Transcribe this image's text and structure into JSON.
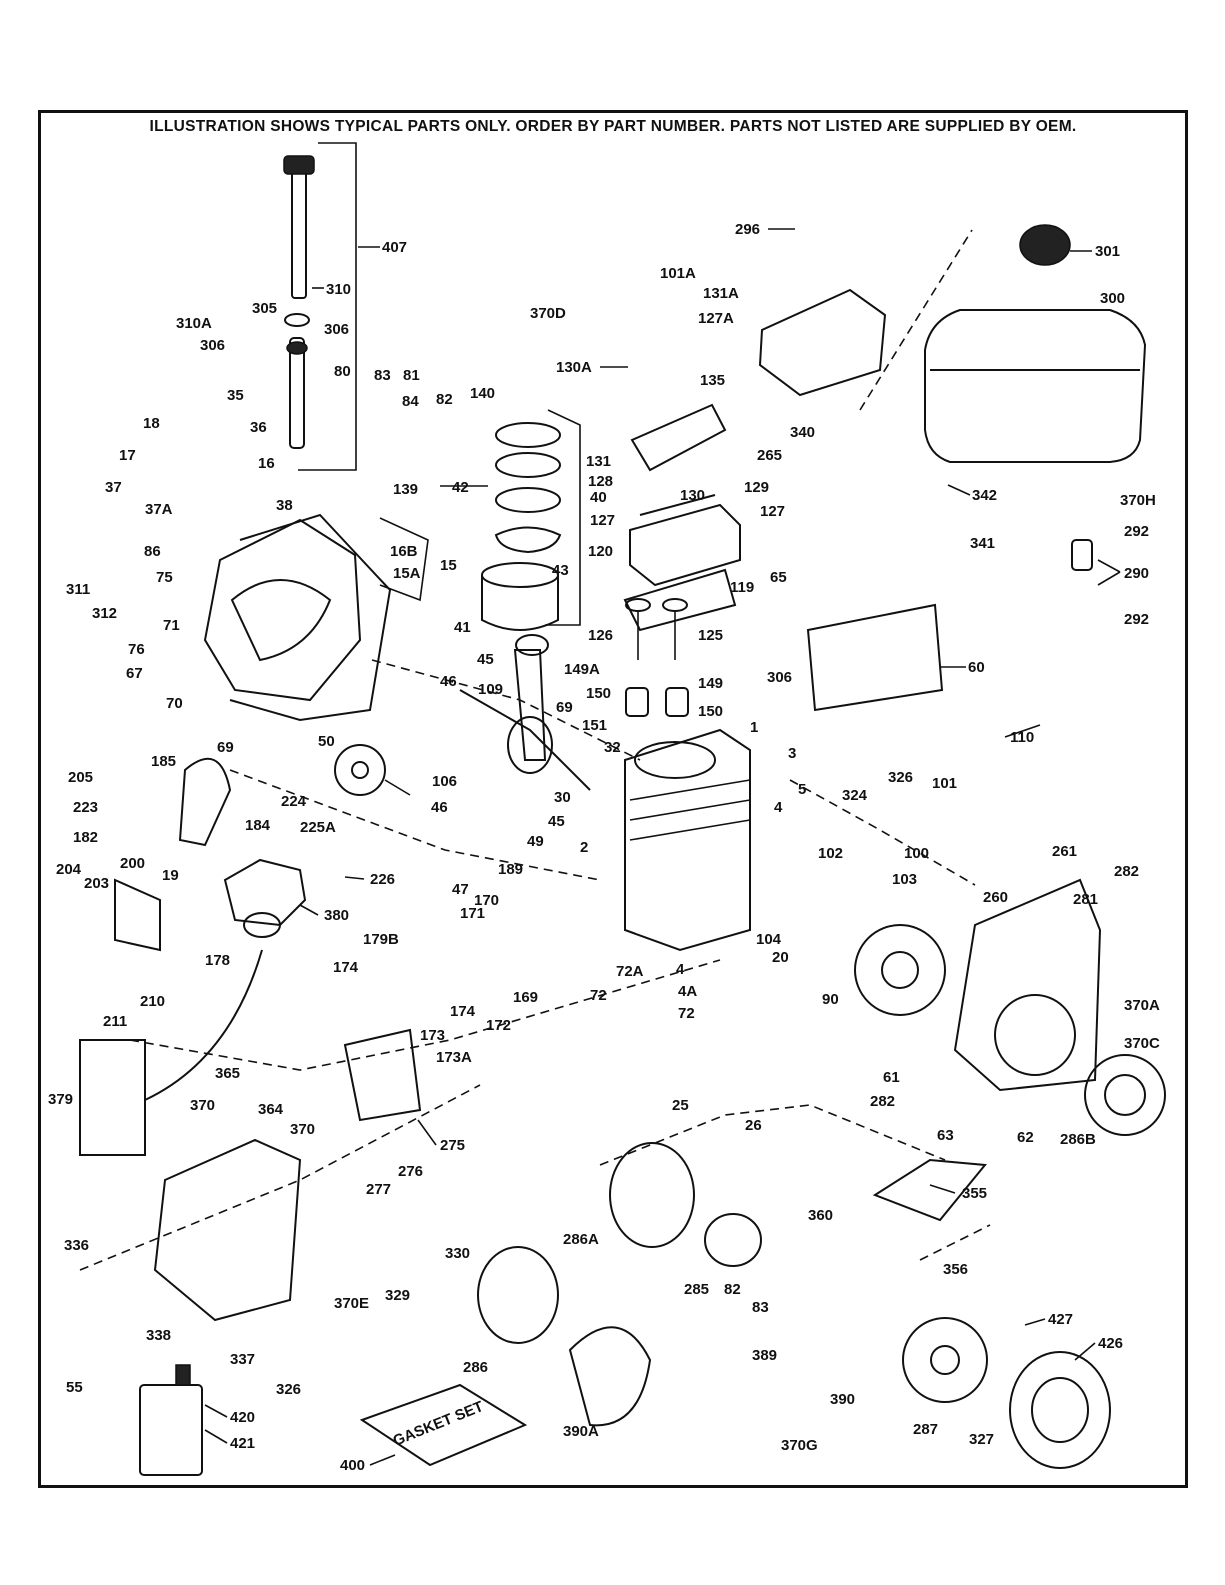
{
  "header": "ILLUSTRATION SHOWS TYPICAL PARTS ONLY. ORDER BY PART NUMBER. PARTS NOT LISTED ARE SUPPLIED BY OEM.",
  "box_text": "GASKET SET",
  "labels": [
    "296",
    "301",
    "300",
    "101A",
    "131A",
    "370D",
    "127A",
    "130A",
    "135",
    "340",
    "265",
    "131",
    "128",
    "129",
    "130",
    "127",
    "127",
    "120",
    "119",
    "342",
    "370H",
    "292",
    "341",
    "290",
    "292",
    "407",
    "310",
    "305",
    "306",
    "310A",
    "306",
    "80",
    "83",
    "81",
    "84",
    "82",
    "140",
    "139",
    "42",
    "40",
    "43",
    "41",
    "35",
    "18",
    "36",
    "17",
    "16",
    "37",
    "37A",
    "38",
    "86",
    "16B",
    "15A",
    "15",
    "75",
    "311",
    "312",
    "71",
    "76",
    "67",
    "70",
    "69",
    "65",
    "60",
    "306",
    "126",
    "125",
    "149A",
    "149",
    "150",
    "150",
    "151",
    "45",
    "46",
    "109",
    "69",
    "106",
    "30",
    "32",
    "1",
    "3",
    "326",
    "324",
    "101",
    "110",
    "50",
    "205",
    "185",
    "224",
    "223",
    "182",
    "184",
    "225A",
    "226",
    "46",
    "45",
    "49",
    "189",
    "47",
    "2",
    "5",
    "4",
    "102",
    "100",
    "103",
    "204",
    "203",
    "200",
    "19",
    "380",
    "170",
    "171",
    "104",
    "20",
    "72A",
    "72",
    "261",
    "282",
    "260",
    "281",
    "178",
    "179B",
    "174",
    "174",
    "172",
    "173",
    "169",
    "4",
    "4A",
    "72",
    "90",
    "370A",
    "370C",
    "211",
    "210",
    "173A",
    "365",
    "379",
    "370",
    "364",
    "370",
    "275",
    "276",
    "277",
    "25",
    "26",
    "61",
    "282",
    "63",
    "62",
    "286B",
    "355",
    "286A",
    "285",
    "82",
    "83",
    "360",
    "356",
    "330",
    "336",
    "329",
    "370E",
    "338",
    "337",
    "55",
    "326",
    "286",
    "389",
    "427",
    "426",
    "390A",
    "390",
    "327",
    "287",
    "370G",
    "420",
    "421",
    "400"
  ]
}
